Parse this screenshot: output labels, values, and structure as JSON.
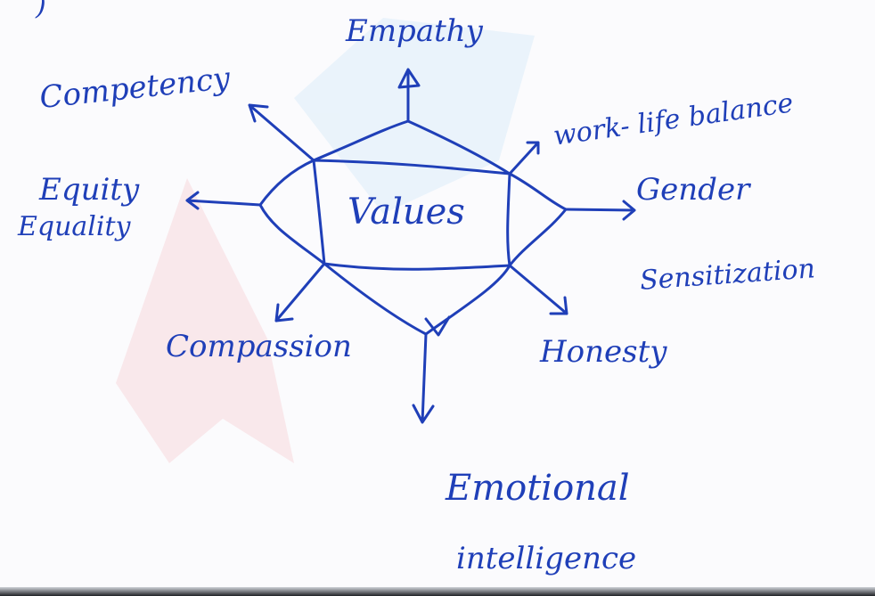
{
  "diagram": {
    "center": "Values",
    "labels": {
      "top_fragment": ")",
      "empathy": "Empathy",
      "competency": "Competency",
      "work_life_balance": "work- life balance",
      "equity": "Equity",
      "equality": "Equality",
      "gender": "Gender",
      "sensitization": "Sensitization",
      "compassion": "Compassion",
      "honesty": "Honesty",
      "emotional": "Emotional",
      "intelligence": "intelligence"
    },
    "colors": {
      "ink": "#1f3fb8",
      "watermark_red": "#e8434a",
      "watermark_blue": "#5ab0e8"
    }
  }
}
